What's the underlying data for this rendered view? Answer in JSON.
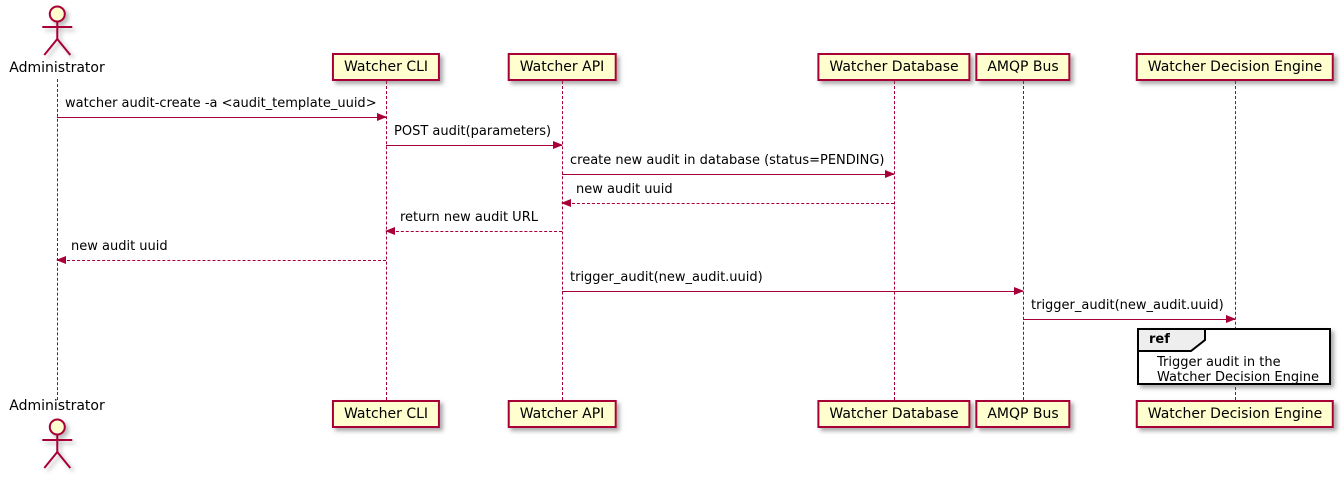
{
  "diagram": {
    "type": "sequence-diagram",
    "participants": [
      {
        "id": "administrator",
        "label": "Administrator",
        "kind": "actor"
      },
      {
        "id": "watcher-cli",
        "label": "Watcher CLI",
        "kind": "participant"
      },
      {
        "id": "watcher-api",
        "label": "Watcher API",
        "kind": "participant"
      },
      {
        "id": "watcher-database",
        "label": "Watcher Database",
        "kind": "participant"
      },
      {
        "id": "amqp-bus",
        "label": "AMQP Bus",
        "kind": "participant"
      },
      {
        "id": "watcher-decision-engine",
        "label": "Watcher Decision Engine",
        "kind": "participant"
      }
    ],
    "messages": [
      {
        "from": "administrator",
        "to": "watcher-cli",
        "text": "watcher audit-create -a <audit_template_uuid>",
        "style": "solid"
      },
      {
        "from": "watcher-cli",
        "to": "watcher-api",
        "text": "POST audit(parameters)",
        "style": "solid"
      },
      {
        "from": "watcher-api",
        "to": "watcher-database",
        "text": "create new audit in database (status=PENDING)",
        "style": "solid"
      },
      {
        "from": "watcher-database",
        "to": "watcher-api",
        "text": "new audit uuid",
        "style": "dashed"
      },
      {
        "from": "watcher-api",
        "to": "watcher-cli",
        "text": "return new audit URL",
        "style": "dashed"
      },
      {
        "from": "watcher-cli",
        "to": "administrator",
        "text": "new audit uuid",
        "style": "dashed"
      },
      {
        "from": "watcher-api",
        "to": "amqp-bus",
        "text": "trigger_audit(new_audit.uuid)",
        "style": "solid"
      },
      {
        "from": "amqp-bus",
        "to": "watcher-decision-engine",
        "text": "trigger_audit(new_audit.uuid)",
        "style": "solid"
      }
    ],
    "ref": {
      "keyword": "ref",
      "lines": {
        "0": "Trigger audit in the",
        "1": "Watcher Decision Engine"
      },
      "over": "watcher-decision-engine"
    },
    "icons": {
      "actor": "stick-figure-actor-icon"
    },
    "colors": {
      "line": "#A80036",
      "participant_fill": "#FEFECE",
      "text": "#000000",
      "ref_border": "#000000",
      "ref_tab_fill": "#EEEEEE",
      "background": "#FFFFFF"
    }
  }
}
